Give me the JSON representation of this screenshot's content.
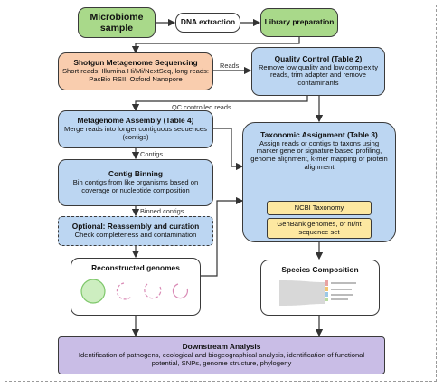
{
  "nodes": {
    "microbiome": "Microbiome sample",
    "dna": "DNA extraction",
    "library": "Library preparation",
    "shotgun": {
      "title": "Shotgun Metagenome Sequencing",
      "text": "Short reads: Illumina Hi/Mi/NextSeq, long reads: PacBio RSII, Oxford Nanopore"
    },
    "qc": {
      "title": "Quality Control (Table 2)",
      "text": "Remove low quality and low complexity reads, trim adapter and remove contaminants"
    },
    "assembly": {
      "title": "Metagenome Assembly (Table 4)",
      "text": "Merge reads into longer contiguous sequences (contigs)"
    },
    "binning": {
      "title": "Contig Binning",
      "text": "Bin contigs from like organisms based on coverage or nucleotide composition"
    },
    "optional": {
      "title": "Optional: Reassembly and curation",
      "text": "Check completeness and contamination"
    },
    "taxonomic": {
      "title": "Taxonomic Assignment (Table 3)",
      "text": "Assign reads or contigs to taxons using marker gene or signature based profiling, genome alignment, k-mer mapping or protein alignment"
    },
    "ncbi": "NCBI Taxonomy",
    "genbank": "GenBank genomes, or nr/nt sequence set",
    "reconstructed": "Reconstructed genomes",
    "species": "Species Composition",
    "downstream": {
      "title": "Downstream Analysis",
      "text": "Identification of pathogens, ecological and biogeographical analysis, identification of functional potential, SNPs, genome structure, phylogeny"
    }
  },
  "edge_labels": {
    "reads": "Reads",
    "qc_reads": "QC controlled reads",
    "contigs": "Contigs",
    "binned": "Binned contigs"
  },
  "colors": {
    "green": "#a9d98a",
    "orange": "#f9cdae",
    "blue": "#bcd6f2",
    "yellow": "#fde8a1",
    "purple": "#c9bde6"
  }
}
